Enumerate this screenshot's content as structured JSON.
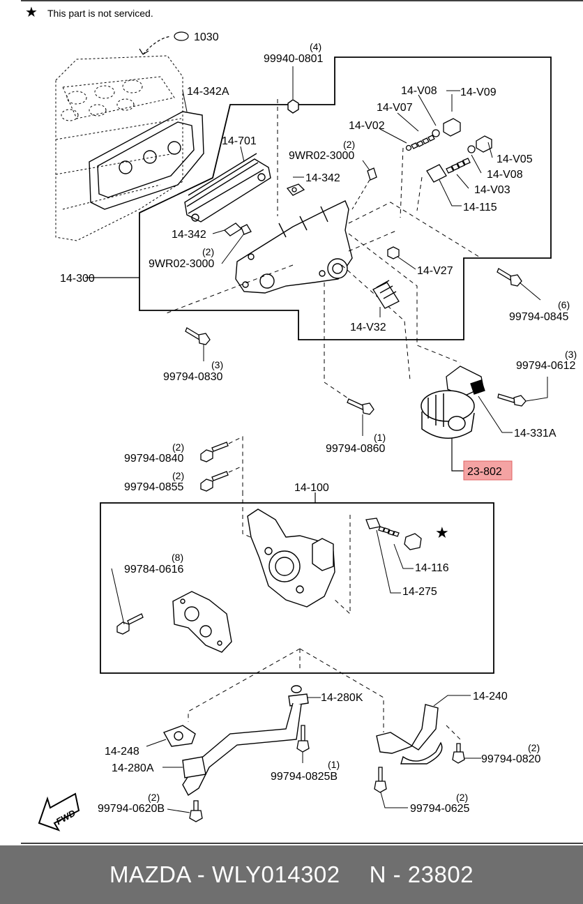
{
  "note": {
    "text": "This part is not serviced."
  },
  "labels": {
    "l1030": "1030",
    "l14_342A": "14-342A",
    "q99940_0801": "(4)",
    "l99940_0801": "99940-0801",
    "l14_V08a": "14-V08",
    "l14_V09": "14-V09",
    "l14_V07": "14-V07",
    "l14_V02": "14-V02",
    "l14_701": "14-701",
    "q9WR02_3000a": "(2)",
    "l9WR02_3000a": "9WR02-3000",
    "l14_342a": "14-342",
    "l14_V05": "14-V05",
    "l14_V08b": "14-V08",
    "l14_V03": "14-V03",
    "l14_115": "14-115",
    "l14_342b": "14-342",
    "q9WR02_3000b": "(2)",
    "l9WR02_3000b": "9WR02-3000",
    "l14_300": "14-300",
    "l14_V27": "14-V27",
    "q99794_0845": "(6)",
    "l99794_0845": "99794-0845",
    "l14_V32": "14-V32",
    "q99794_0830": "(3)",
    "l99794_0830": "99794-0830",
    "q99794_0612": "(3)",
    "l99794_0612": "99794-0612",
    "l14_331A": "14-331A",
    "q99794_0860": "(1)",
    "l99794_0860": "99794-0860",
    "l23_802": "23-802",
    "q99794_0840": "(2)",
    "l99794_0840": "99794-0840",
    "q99794_0855": "(2)",
    "l99794_0855": "99794-0855",
    "l14_100": "14-100",
    "q99784_0616": "(8)",
    "l99784_0616": "99784-0616",
    "l14_116": "14-116",
    "l14_275": "14-275",
    "l14_280K": "14-280K",
    "l14_240": "14-240",
    "l14_248": "14-248",
    "q99794_0825B": "(1)",
    "l99794_0825B": "99794-0825B",
    "q99794_0820": "(2)",
    "l99794_0820": "99794-0820",
    "l14_280A": "14-280A",
    "q99794_0620B": "(2)",
    "l99794_0620B": "99794-0620B",
    "q99794_0625": "(2)",
    "l99794_0625": "99794-0625",
    "fwd": "FWD"
  },
  "colors": {
    "highlight": "#f4a3a3",
    "highlight_border": "#e06060",
    "footer_bg": "#6f6f6f"
  },
  "footer": {
    "brand_part": "MAZDA - WLY014302",
    "number": "N - 23802"
  }
}
